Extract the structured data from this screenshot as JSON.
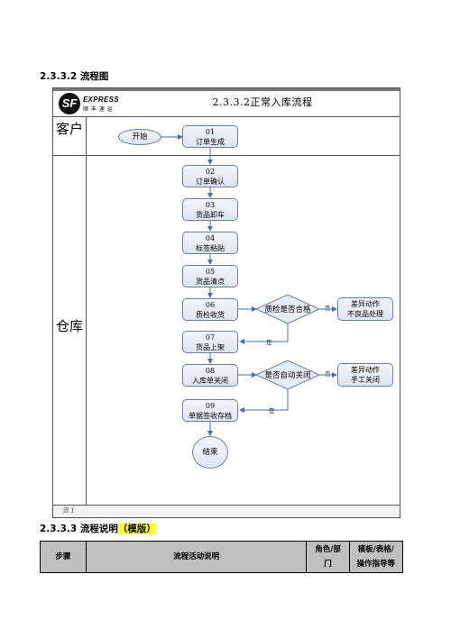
{
  "section_heading": "2.3.3.2 流程图",
  "flowchart": {
    "logo": {
      "mark": "SF",
      "brand": "EXPRESS",
      "brand_cn": "顺 丰 速 运"
    },
    "title": "2.3.3.2正常入库流程",
    "lanes": {
      "customer": "客户",
      "warehouse": "仓库"
    },
    "page_label": "页 1",
    "start": "开始",
    "end": "结束",
    "steps": [
      {
        "num": "01",
        "label": "订单生成"
      },
      {
        "num": "02",
        "label": "订单确认"
      },
      {
        "num": "03",
        "label": "货品卸车"
      },
      {
        "num": "04",
        "label": "标签粘贴"
      },
      {
        "num": "05",
        "label": "货品清点"
      },
      {
        "num": "06",
        "label": "质检收货"
      },
      {
        "num": "07",
        "label": "货品上架"
      },
      {
        "num": "08",
        "label": "入库单关闭"
      },
      {
        "num": "09",
        "label": "单据签收存档"
      }
    ],
    "decisions": [
      {
        "label": "质检是否合格"
      },
      {
        "label": "是否自动关闭"
      }
    ],
    "exceptions": [
      {
        "line1": "差异动作",
        "line2": "不良品处理"
      },
      {
        "line1": "差异动作",
        "line2": "手工关闭"
      }
    ],
    "edge_labels": {
      "no": "否",
      "yes": "是"
    }
  },
  "explanation_heading": {
    "text": "2.3.3.3 流程说明",
    "highlight": "（模版）"
  },
  "table": {
    "headers": {
      "step": "步骤",
      "activity": "流程活动说明",
      "role_l1": "角色/部",
      "role_l2": "门",
      "template_l1": "模板/表格/",
      "template_l2": "操作指导等"
    }
  },
  "colors": {
    "node_border": "#6b7f9e",
    "node_fill": "#dde5f0",
    "highlight": "#ffff33",
    "table_header": "#bfbfbf"
  }
}
